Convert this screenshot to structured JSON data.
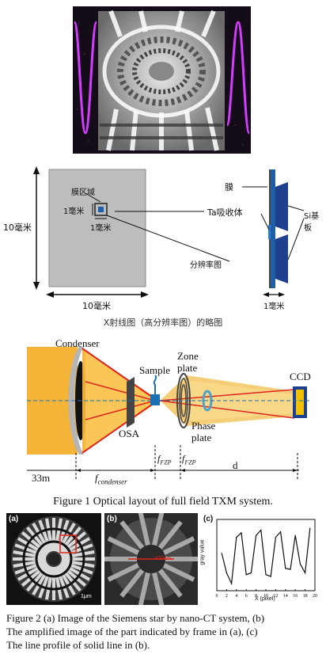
{
  "figure_zone_plate": {
    "image": "zone-plate-sem-photo"
  },
  "resolution_pattern_diagram": {
    "side_length": "10毫米",
    "bottom_length": "10毫米",
    "film_area_label": "膜区域",
    "small_side": "1毫米",
    "small_bottom": "1毫米",
    "film_label": "膜",
    "absorber_label": "Ta吸收体",
    "substrate_label": "Si基板",
    "resolution_chart_label": "分辨率图",
    "thickness_label": "1毫米",
    "caption": "X射线图（高分辨率图）的略图"
  },
  "optical_layout": {
    "condenser": "Condenser",
    "sample": "Sample",
    "zone_plate": "Zone\nplate",
    "ccd": "CCD",
    "osa": "OSA",
    "phase_plate": "Phase\nplate",
    "dim_33m": "33m",
    "f_condenser": "f",
    "f_condenser_sub": "condenser",
    "f_fzp1": "f",
    "f_fzp1_sub": "FZP",
    "f_fzp2": "f",
    "f_fzp2_sub": "FZP",
    "d": "d",
    "caption": "Figure 1 Optical layout of full field TXM system.",
    "colors": {
      "beam": "#f5b437",
      "beam_dark": "#e9a21e",
      "red": "#e0251e",
      "blue": "#1d6fb4",
      "ccd": "#f2c200"
    }
  },
  "siemens_star": {
    "panel_a": "(a)",
    "panel_b": "(b)",
    "panel_c": "(c)",
    "scale_a": "1μm",
    "scale_b": "100nm",
    "caption_line1": "Figure 2 (a) Image of the Siemens star by nano-CT system, (b)",
    "caption_line2": "The amplified image of the part indicated by frame in (a), (c)",
    "caption_line3": "The line profile of solid line in (b)."
  },
  "chart_data": {
    "type": "line",
    "title": "(c)",
    "xlabel": "X (pixel)",
    "ylabel": "gray value",
    "xlim": [
      0,
      20
    ],
    "xticks": [
      "0",
      "2",
      "4",
      "6",
      "8",
      "10",
      "12",
      "14",
      "16",
      "18",
      "20"
    ],
    "series": [
      {
        "x": [
          1,
          2,
          3,
          4,
          5,
          6,
          7,
          8,
          9,
          10,
          11,
          12,
          13,
          14,
          15,
          16,
          17,
          18,
          19
        ],
        "values": [
          62,
          40,
          28,
          80,
          85,
          38,
          40,
          82,
          88,
          38,
          36,
          80,
          86,
          45,
          44,
          82,
          50,
          40,
          90
        ]
      }
    ],
    "ylim": [
      20,
      100
    ]
  }
}
